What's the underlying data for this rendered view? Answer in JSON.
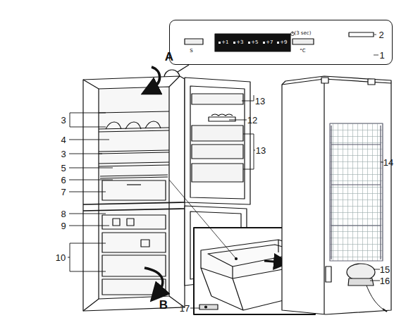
{
  "diagram": {
    "nodes": [
      {
        "text": [
          "S",
          "+1",
          "+3",
          "+5",
          "+7",
          "+9",
          "(3 sec)",
          "°C"
        ]
      }
    ],
    "labels": [
      "A",
      "1",
      "2",
      "3",
      "4",
      "3",
      "5",
      "6",
      "7",
      "8",
      "9",
      "10",
      "13",
      "12",
      "13",
      "14",
      "15",
      "16",
      "B",
      "17"
    ]
  }
}
